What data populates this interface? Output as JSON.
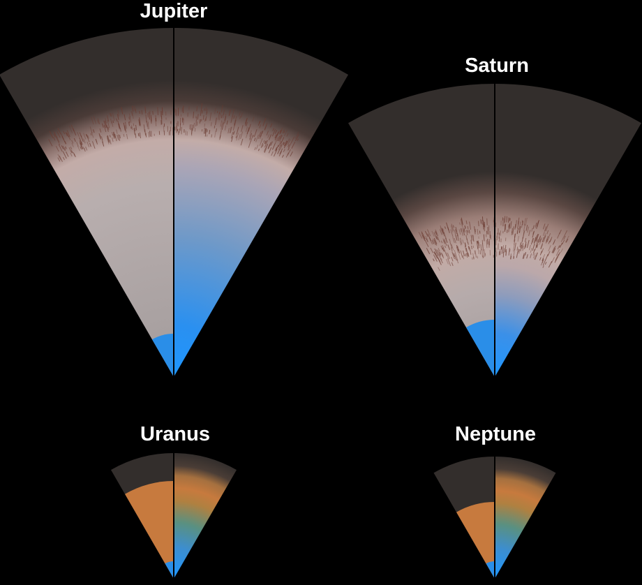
{
  "planets": [
    {
      "key": "jupiter",
      "label": "Jupiter"
    },
    {
      "key": "saturn",
      "label": "Saturn"
    },
    {
      "key": "uranus",
      "label": "Uranus"
    },
    {
      "key": "neptune",
      "label": "Neptune"
    }
  ],
  "colors": {
    "background": "#000000",
    "outer_layer": "#332e2c",
    "hydrogen_band": "#4a3a36",
    "streaks": "#6a3a30",
    "molecular_hydrogen": "#b7aaa8",
    "core": "#2a8ee8",
    "ice_mantle": "#c77a3e",
    "ice_gradient_teal": "#4f8a8a",
    "divider_line": "#000000"
  }
}
